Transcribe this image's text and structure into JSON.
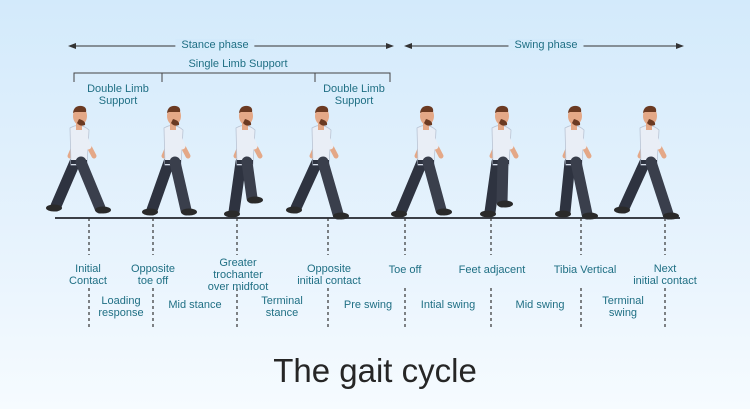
{
  "title": "The gait cycle",
  "phases": {
    "stance": "Stance phase",
    "swing": "Swing phase"
  },
  "supports": {
    "single": "Single Limb Support",
    "double_left": "Double Limb\nSupport",
    "double_right": "Double Limb\nSupport"
  },
  "events": [
    "Initial\nContact",
    "Opposite\ntoe off",
    "Greater\ntrochanter\nover midfoot",
    "Opposite\ninitial contact",
    "Toe off",
    "Feet adjacent",
    "Tibia Vertical",
    "Next\ninitial contact"
  ],
  "subphases": [
    "Loading\nresponse",
    "Mid stance",
    "Terminal\nstance",
    "Pre swing",
    "Intial swing",
    "Mid swing",
    "Terminal\nswing"
  ],
  "colors": {
    "accent": "#1f6f84",
    "skin": "#e4a887",
    "hair": "#6b3a22",
    "shirt": "#e9eef6",
    "pants": "#2e3340",
    "shoe": "#2a2a2a"
  }
}
